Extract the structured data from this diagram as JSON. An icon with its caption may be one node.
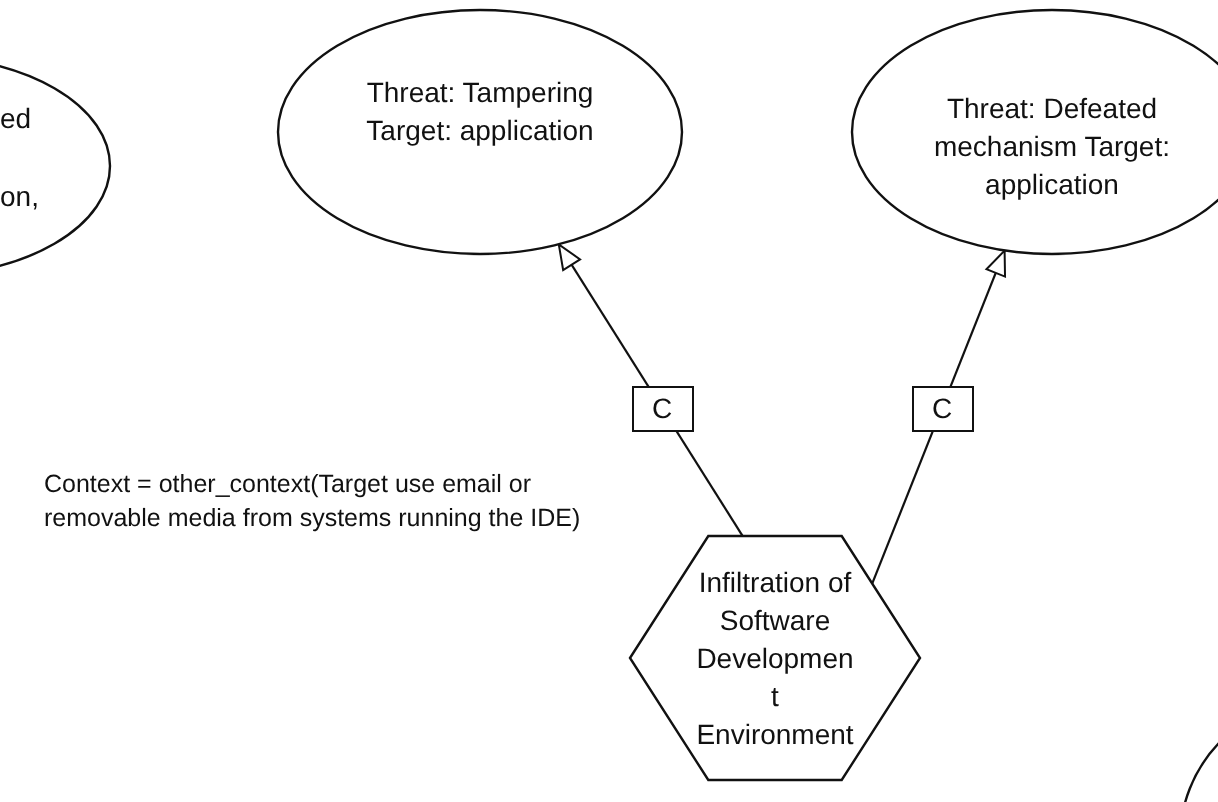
{
  "diagram": {
    "nodes": [
      {
        "text": [
          "ed",
          "on,"
        ]
      },
      {
        "text": [
          "Threat: Tampering Target: application"
        ]
      },
      {
        "text": [
          "Threat: Defeated mechanism Target: application"
        ]
      },
      {
        "text": [
          "Infiltration of Software Developmen t Environment"
        ]
      },
      {
        "text": [],
        "shape": "circle"
      }
    ],
    "edges": [
      {
        "from": 3,
        "to": 1,
        "arrow": "to",
        "label": "C"
      },
      {
        "from": 3,
        "to": 2,
        "arrow": "to",
        "label": "C"
      }
    ],
    "labels": [
      "Context = other_context(Target use email or removable media from systems running the IDE)"
    ]
  }
}
